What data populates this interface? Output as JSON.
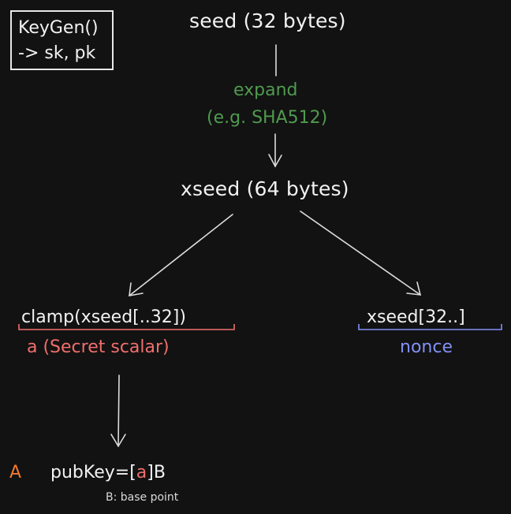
{
  "keygen_box": {
    "line1": "KeyGen()",
    "line2": "-> sk, pk"
  },
  "seed": "seed (32 bytes)",
  "expand": {
    "line1": "expand",
    "line2": "(e.g. SHA512)"
  },
  "xseed": "xseed (64 bytes)",
  "left_branch": {
    "expr": "clamp(xseed[..32])",
    "label": "a (Secret scalar)"
  },
  "right_branch": {
    "expr": "xseed[32..]",
    "label": "nonce"
  },
  "pubkey": {
    "symbol": "A",
    "prefix": "pubKey=[",
    "a": "a",
    "suffix": "]B",
    "note": "B: base point"
  },
  "colors": {
    "background": "#121212",
    "foreground": "#f2f2f2",
    "green": "#4f9a4f",
    "red": "#ef6f6c",
    "blue": "#8191f5",
    "orange": "#f0792e"
  }
}
